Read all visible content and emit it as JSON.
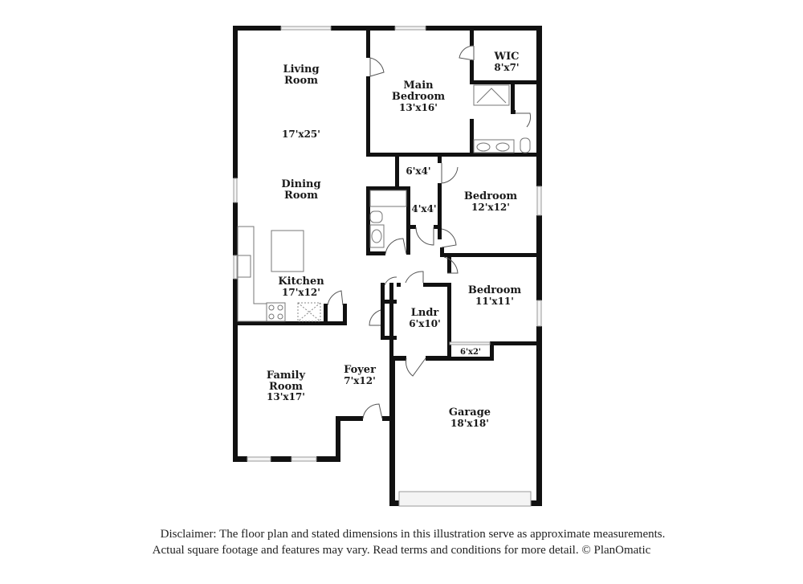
{
  "floor_plan": {
    "rooms": {
      "living_room": {
        "name_line1": "Living",
        "name_line2": "Room",
        "dimensions": "17'x25'"
      },
      "dining_room": {
        "name_line1": "Dining",
        "name_line2": "Room"
      },
      "kitchen": {
        "name": "Kitchen",
        "dimensions": "17'x12'"
      },
      "family_room": {
        "name_line1": "Family",
        "name_line2": "Room",
        "dimensions": "13'x17'"
      },
      "foyer": {
        "name": "Foyer",
        "dimensions": "7'x12'"
      },
      "main_bedroom": {
        "name_line1": "Main",
        "name_line2": "Bedroom",
        "dimensions": "13'x16'"
      },
      "wic": {
        "name": "WIC",
        "dimensions": "8'x7'"
      },
      "closet_hall": {
        "dimensions": "6'x4'"
      },
      "linen_closet": {
        "dimensions": "4'x4'"
      },
      "bedroom_2": {
        "name": "Bedroom",
        "dimensions": "12'x12'"
      },
      "bedroom_3": {
        "name": "Bedroom",
        "dimensions": "11'x11'"
      },
      "bedroom_3_closet": {
        "dimensions": "6'x2'"
      },
      "laundry": {
        "name": "Lndr",
        "dimensions": "6'x10'"
      },
      "garage": {
        "name": "Garage",
        "dimensions": "18'x18'"
      }
    },
    "colors": {
      "wall": "#111111",
      "window": "#9a9a9a",
      "background": "#ffffff"
    }
  },
  "disclaimer": {
    "line1": "Disclaimer: The floor plan and stated dimensions in this illustration serve as approximate measurements.",
    "line2": "Actual square footage and features may vary. Read terms and conditions for more detail. © PlanOmatic"
  }
}
